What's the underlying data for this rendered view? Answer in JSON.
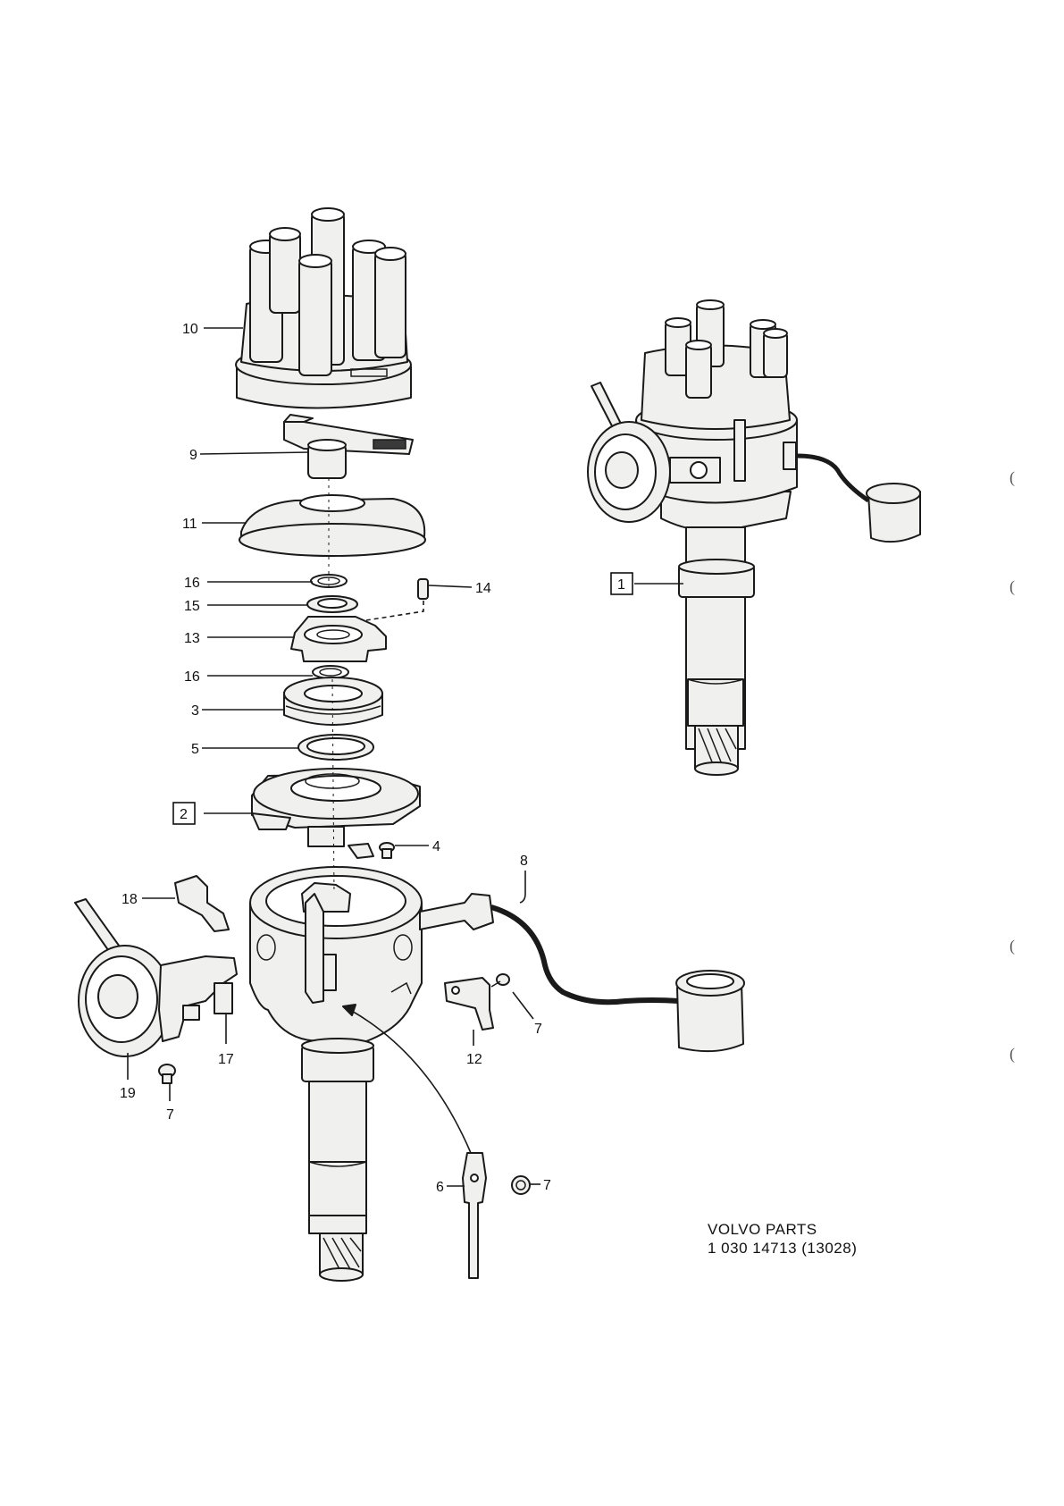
{
  "callouts": {
    "c10": "10",
    "c9": "9",
    "c11": "11",
    "c16a": "16",
    "c15": "15",
    "c14": "14",
    "c13": "13",
    "c16b": "16",
    "c3": "3",
    "c5": "5",
    "c2": "2",
    "c4": "4",
    "c8": "8",
    "c18": "18",
    "c7a": "7",
    "c12": "12",
    "c17": "17",
    "c19": "19",
    "c7b": "7",
    "c6": "6",
    "c7c": "7",
    "c1": "1"
  },
  "caption": {
    "line1": "VOLVO  PARTS",
    "line2": "1  030  14713  (13028)"
  },
  "margin_marks": [
    "(",
    "(",
    "(",
    "("
  ],
  "boxed_callouts": [
    "1",
    "2"
  ]
}
